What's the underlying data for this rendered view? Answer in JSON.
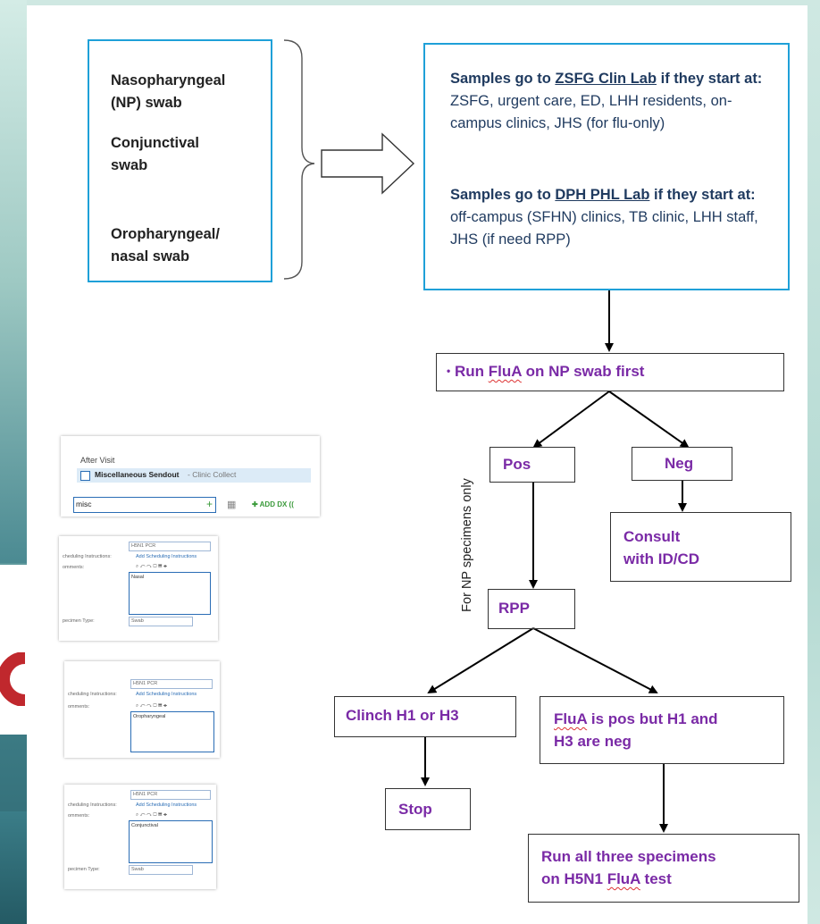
{
  "swab_types": [
    {
      "line1": "Nasopharyngeal",
      "line2": "(NP) swab"
    },
    {
      "line1": "Conjunctival",
      "line2": "swab"
    },
    {
      "line1": "Oropharyngeal/",
      "line2": "nasal swab"
    }
  ],
  "routing": {
    "zsfg": {
      "prefix": "Samples go to ",
      "lab": "ZSFG Clin Lab",
      "mid": " if they start at:",
      "locations": " ZSFG, urgent care, ED, LHH residents, on-campus clinics, JHS (for flu-only)"
    },
    "dph": {
      "prefix": "Samples go to ",
      "lab": "DPH PHL Lab",
      "mid": " if they start at:",
      "locations": " off-campus (SFHN) clinics, TB clinic, LHH staff, JHS (if need RPP)"
    }
  },
  "flow": {
    "run_flua": {
      "bullet": "•",
      "pre": "Run ",
      "flua": "FluA",
      "post": " on NP swab first"
    },
    "pos": "Pos",
    "neg": "Neg",
    "consult": {
      "line1": "Consult",
      "line2": "with ID/CD"
    },
    "np_only": "For NP specimens only",
    "rpp": "RPP",
    "clinch": "Clinch H1 or H3",
    "flua_pos": {
      "flua": "FluA",
      "rest1": " is pos but H1 and",
      "line2": "H3 are neg"
    },
    "stop": "Stop",
    "run_all": {
      "line1": "Run all three specimens",
      "pre2": "on H5N1 ",
      "flua": "FluA",
      "post2": " test"
    }
  },
  "screenshots": {
    "after_visit": {
      "header": "After Visit",
      "order_name": "Miscellaneous Sendout",
      "order_detail": " - Clinic Collect",
      "search_value": "misc",
      "add_dx": "ADD DX (("
    },
    "order_np": {
      "title": "H5N1 PCR",
      "sched_label": "cheduling Instructions:",
      "sched_link": "Add Scheduling Instructions",
      "comments_label": "omments:",
      "comment_value": "Nasal",
      "type_label": "pecimen Type:",
      "type_value": "Swab"
    },
    "order_oro": {
      "title": "H5N1 PCR",
      "sched_label": "cheduling Instructions:",
      "sched_link": "Add Scheduling Instructions",
      "comments_label": "omments:",
      "comment_value": "Oropharyngeal"
    },
    "order_conj": {
      "title": "H5N1 PCR",
      "sched_label": "cheduling Instructions:",
      "sched_link": "Add Scheduling Instructions",
      "comments_label": "omments:",
      "comment_value": "Conjunctival",
      "type_label": "pecimen Type:",
      "type_value": "Swab"
    }
  },
  "colors": {
    "box_border": "#1fa0d8",
    "flow_text": "#7a2aa6",
    "routing_text": "#1f3a5f"
  }
}
